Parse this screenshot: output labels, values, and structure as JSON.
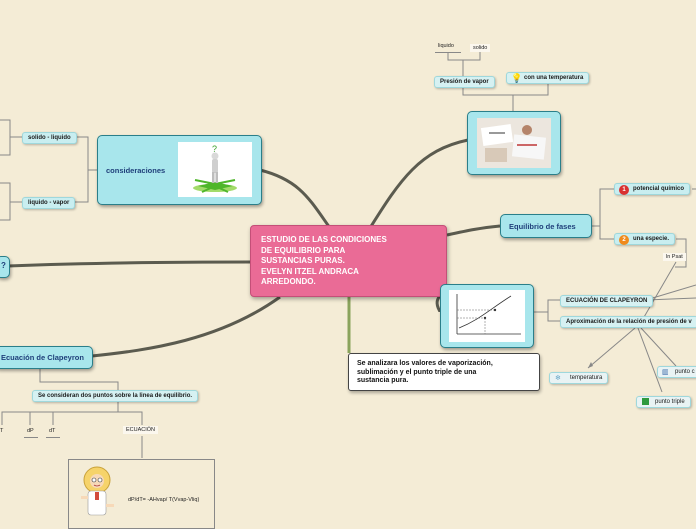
{
  "central": {
    "line1": "ESTUDIO DE LAS CONDICIONES",
    "line2": "DE EQUILIBRIO PARA",
    "line3": "SUSTANCIAS PURAS.",
    "line4": "EVELYN ITZEL ANDRACA",
    "line5": "ARREDONDO."
  },
  "note": {
    "line1": "Se analizara los valores de vaporización,",
    "line2": "sublimación y el punto triple de una",
    "line3": "sustancia pura."
  },
  "consideraciones": {
    "title": "consideraciones",
    "sub1": "solido - liquido",
    "sub2": "liquido - vapor"
  },
  "presion": {
    "label": "Presión de vapor",
    "liquido": "liquido",
    "solido": "solido",
    "temp": "con una temperatura"
  },
  "equilibrio": {
    "title": "Equilibrio de fases",
    "item1": "potencial químico",
    "item1_badge": "1",
    "item2": "una especie.",
    "item2_badge": "2"
  },
  "clapeyron_right": {
    "ecuacion": "ECUACIÓN DE CLAPEYRON",
    "aprox": "Aproximación de la relación de presión de v",
    "lnpsat": "ln Psat",
    "temperatura": "temperatura",
    "punto_c": "punto c",
    "punto_triple": "punto triple"
  },
  "clapeyron_left": {
    "title": "Ecuación de Clapeyron",
    "consideran": "Se consideran dos puntos sobre la linea de equilibrio.",
    "dP": "dP",
    "dT": "dT",
    "T": "T",
    "ecuacion": "ECUACIÓN",
    "formula": "dP/dT= -AHvap/ T(Vvap-Vliq)"
  },
  "colors": {
    "background": "#f4ecd6",
    "central": "#ea6b96",
    "node": "#a8e6ec",
    "branch": "#5b5b4f"
  }
}
